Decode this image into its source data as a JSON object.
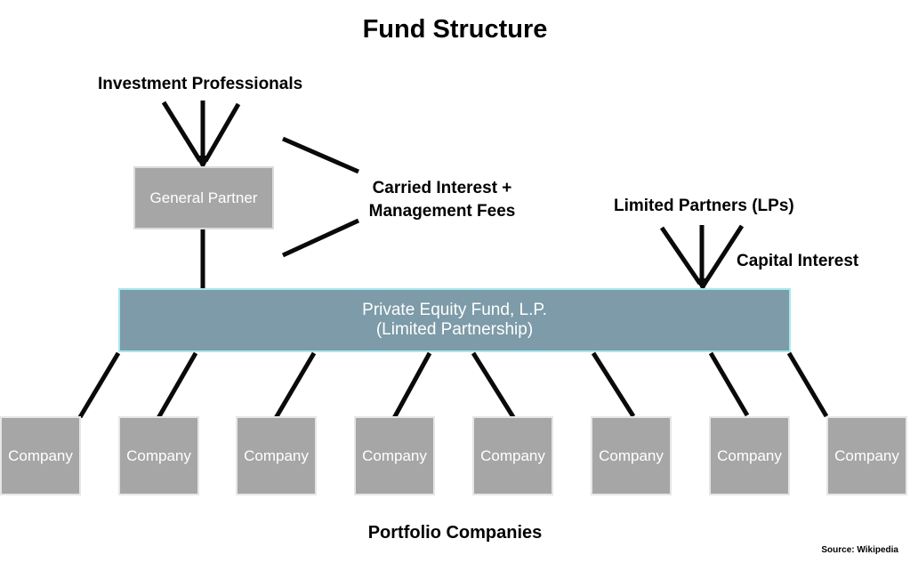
{
  "title": "Fund Structure",
  "labels": {
    "investment_professionals": "Investment Professionals",
    "fees_line1": "Carried Interest +",
    "fees_line2": "Management Fees",
    "limited_partners": "Limited Partners (LPs)",
    "capital_interest": "Capital Interest",
    "portfolio_companies": "Portfolio Companies",
    "source": "Source: Wikipedia"
  },
  "nodes": {
    "general_partner": "General Partner",
    "fund_line1": "Private Equity Fund, L.P.",
    "fund_line2": "(Limited Partnership)"
  },
  "companies": [
    "Company",
    "Company",
    "Company",
    "Company",
    "Company",
    "Company",
    "Company",
    "Company"
  ],
  "colors": {
    "background": "#ffffff",
    "box_gray_fill": "#a6a6a6",
    "box_gray_border": "#e6e6e6",
    "fund_fill": "#7d9ba8",
    "fund_border": "#a8e8f0",
    "connector": "#0a0a0a",
    "box_text": "#ffffff",
    "label_text": "#000000"
  }
}
